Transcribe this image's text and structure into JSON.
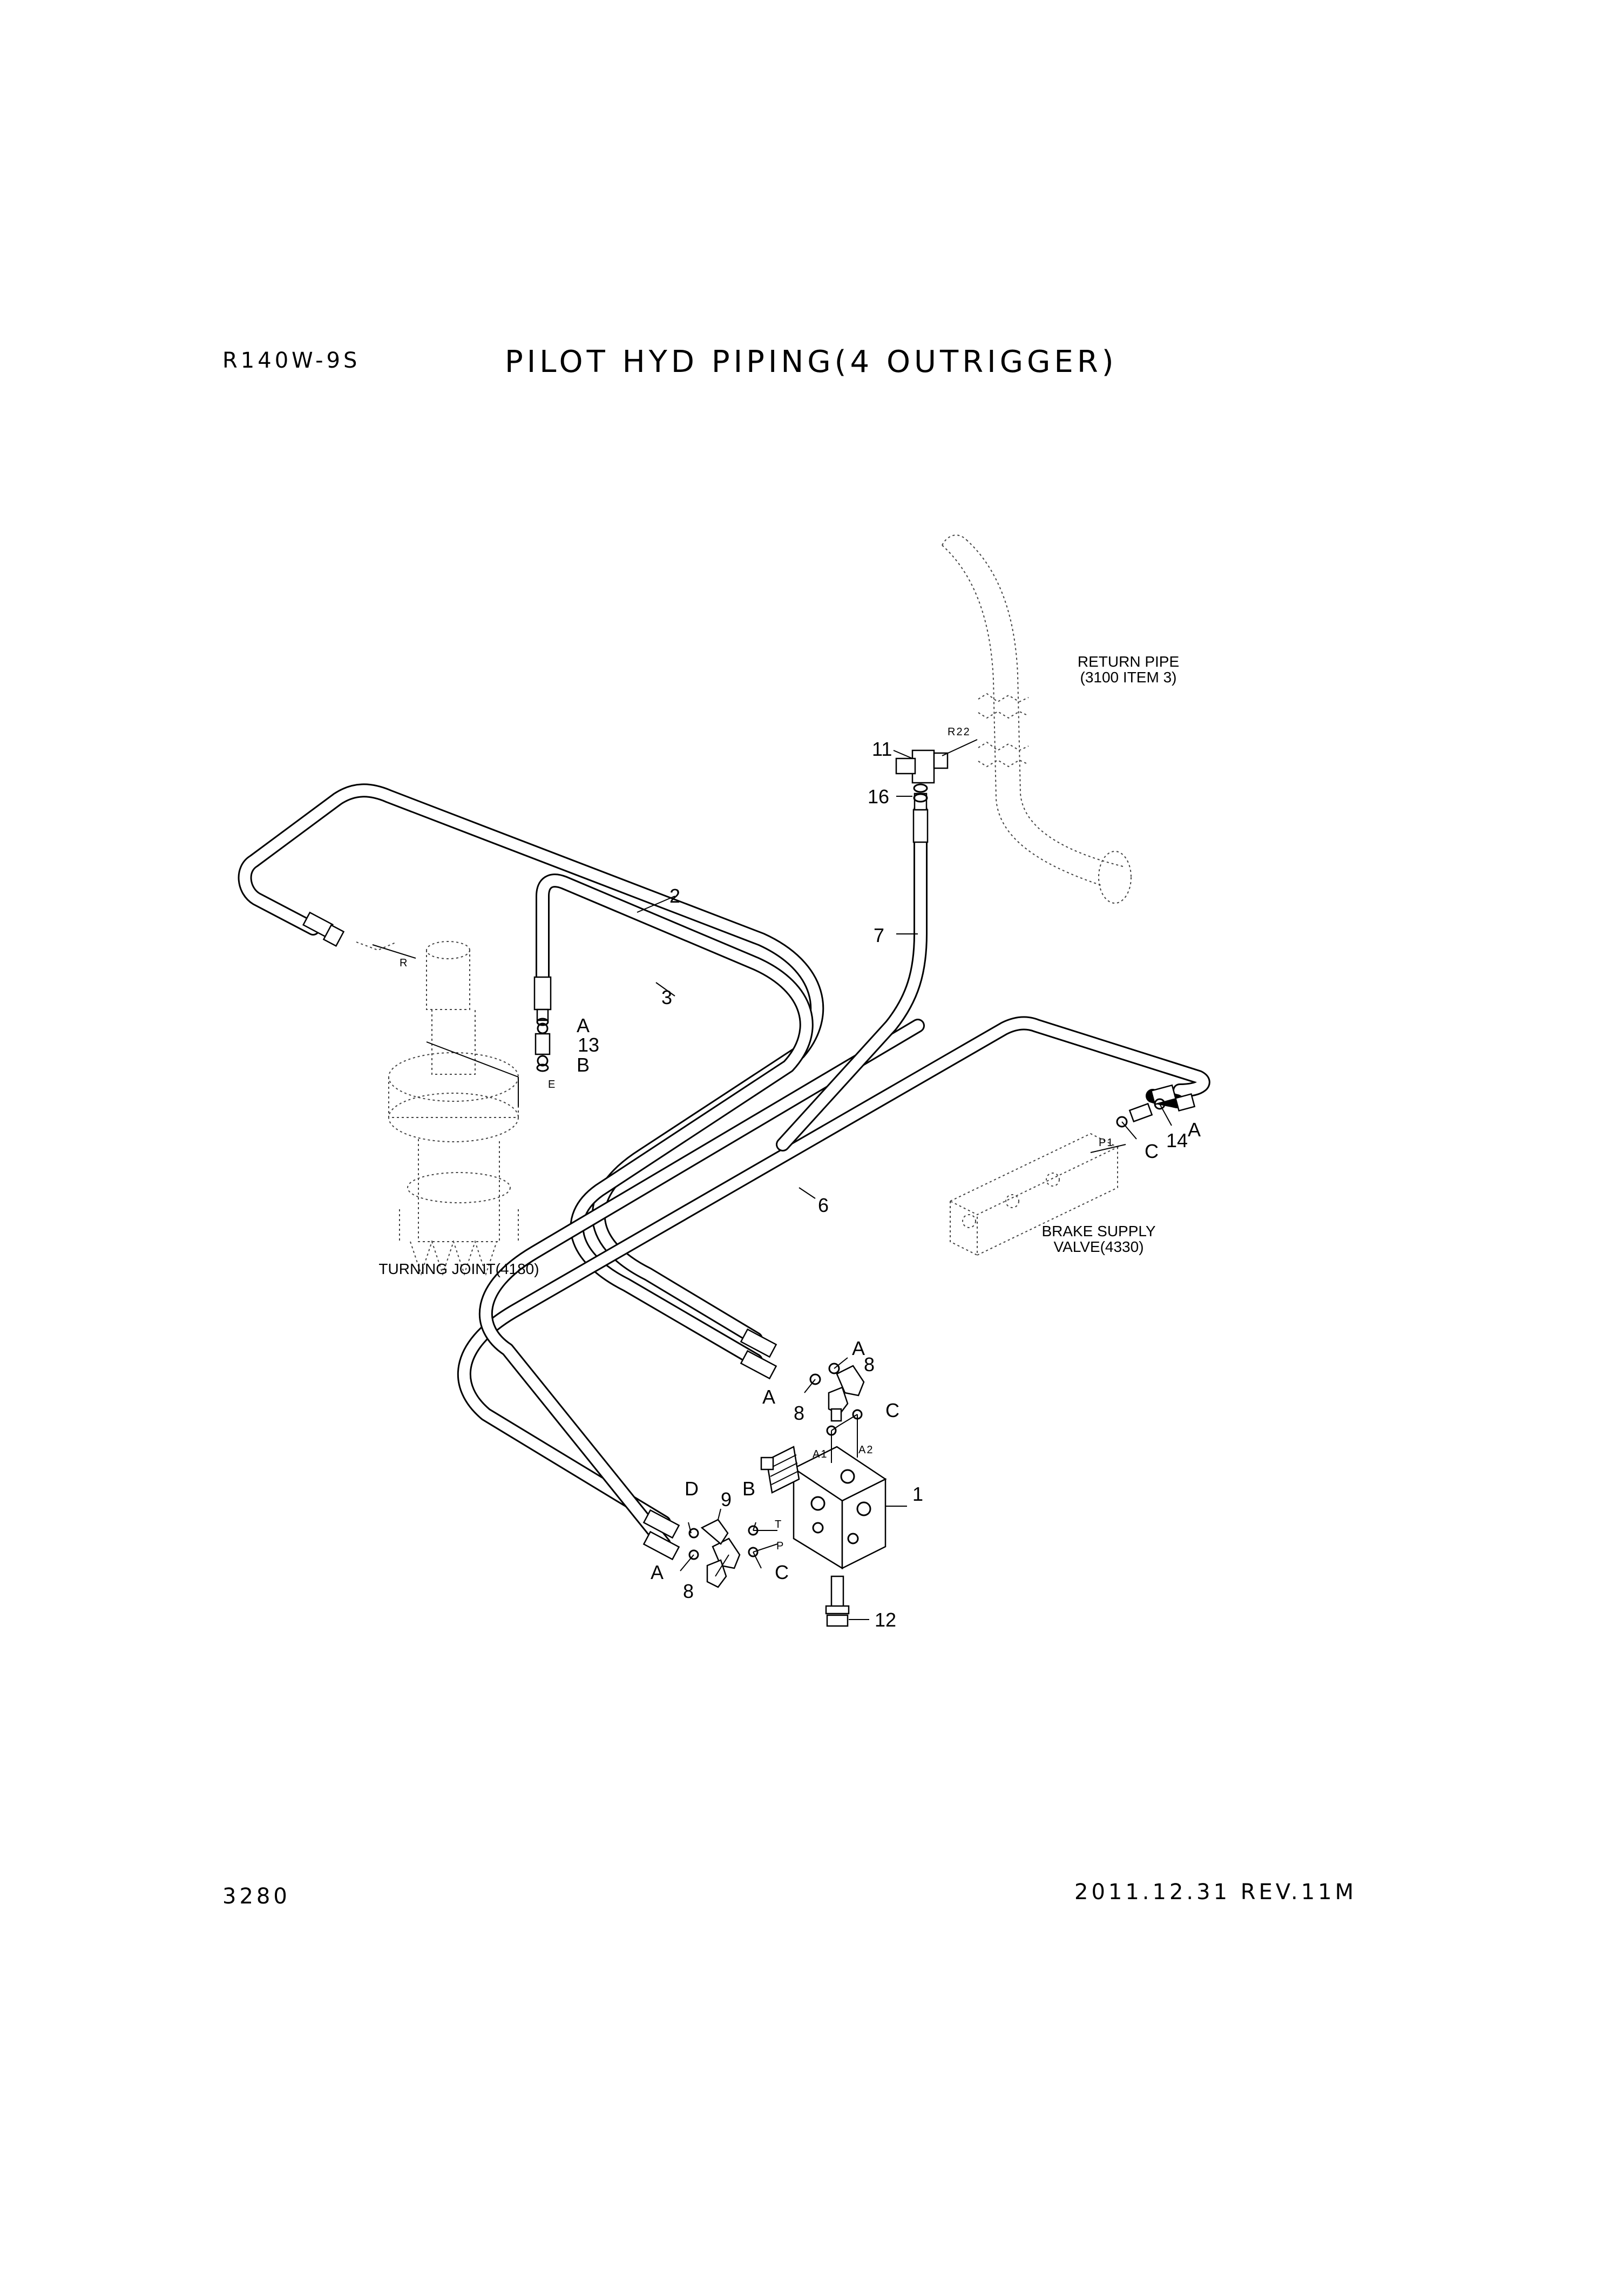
{
  "header": {
    "model": "R140W-9S",
    "title": "PILOT HYD PIPING(4 OUTRIGGER)"
  },
  "footer": {
    "page_number": "3280",
    "revision": "2011.12.31  REV.11M"
  },
  "callouts": {
    "item_1": "1",
    "item_2": "2",
    "item_3": "3",
    "item_6": "6",
    "item_7": "7",
    "item_8a": "8",
    "item_8b": "8",
    "item_8c": "8",
    "item_9": "9",
    "item_11": "11",
    "item_12": "12",
    "item_13": "13",
    "item_14": "14",
    "item_16": "16"
  },
  "port_letters": {
    "a_turning": "A",
    "b_turning": "B",
    "a_brake": "A",
    "c_brake": "C",
    "a_upper1": "A",
    "a_upper2": "A",
    "c_upper": "C",
    "d_lower": "D",
    "b_lower": "B",
    "a_lower": "A",
    "c_lower": "C"
  },
  "port_codes": {
    "r22": "R22",
    "r": "R",
    "e": "E",
    "p1": "P1",
    "a1": "A1",
    "a2": "A2",
    "t": "T",
    "p": "P"
  },
  "component_labels": {
    "return_pipe_line1": "RETURN PIPE",
    "return_pipe_line2": "(3100 ITEM 3)",
    "turning_joint": "TURNING JOINT(4180)",
    "brake_supply_line1": "BRAKE SUPPLY",
    "brake_supply_line2": "VALVE(4330)"
  }
}
